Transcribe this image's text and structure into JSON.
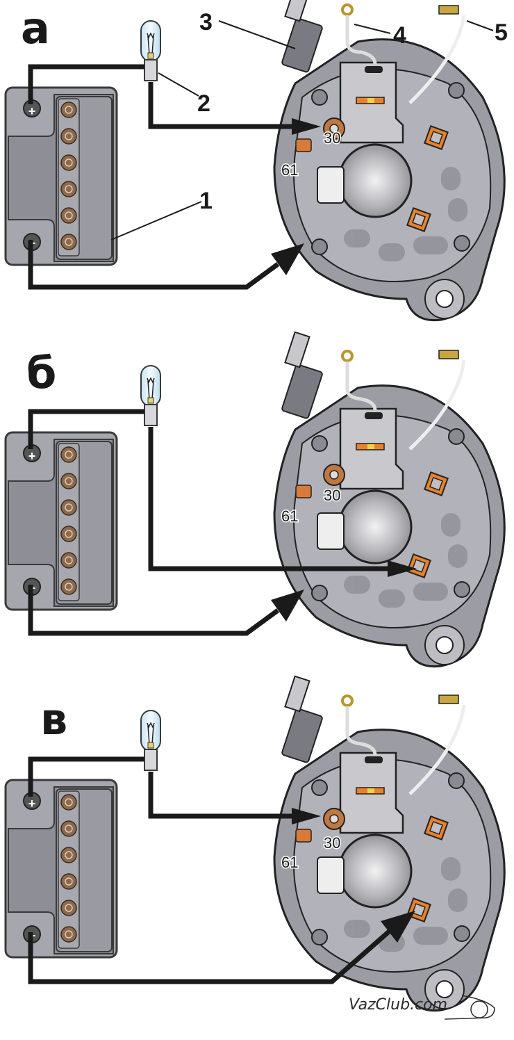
{
  "diagram": {
    "title": "Alternator test connections with battery and test lamp",
    "panels": [
      {
        "id": "a",
        "label": "а",
        "lamp_to": "terminal 30 (B+)",
        "ground_to": "housing mounting nut"
      },
      {
        "id": "b",
        "label": "б",
        "lamp_to": "rectifier diode terminal (lower)",
        "ground_to": "housing mounting nut"
      },
      {
        "id": "v",
        "label": "в",
        "lamp_to": "terminal 30 (B+)",
        "ground_to": "rectifier diode terminal (lower)"
      }
    ],
    "callouts": [
      {
        "number": "1",
        "part": "battery"
      },
      {
        "number": "2",
        "part": "test lamp"
      },
      {
        "number": "3",
        "part": "capacitor / terminal stud"
      },
      {
        "number": "4",
        "part": "ring terminal wire"
      },
      {
        "number": "5",
        "part": "flat terminal wire"
      }
    ],
    "terminal_labels": {
      "t30": "30",
      "t61": "61"
    },
    "battery_symbols": {
      "plus": "+",
      "minus": "−"
    },
    "watermark": "VazClub.com",
    "colors": {
      "wire": "#1a1a1a",
      "housing": "#9c9ca4",
      "housing_dark": "#6e6e76",
      "battery": "#9a9aa2",
      "cell_caps": "#8a6a50",
      "orange": "#e8822a",
      "bulb": "#dff0fa"
    }
  }
}
